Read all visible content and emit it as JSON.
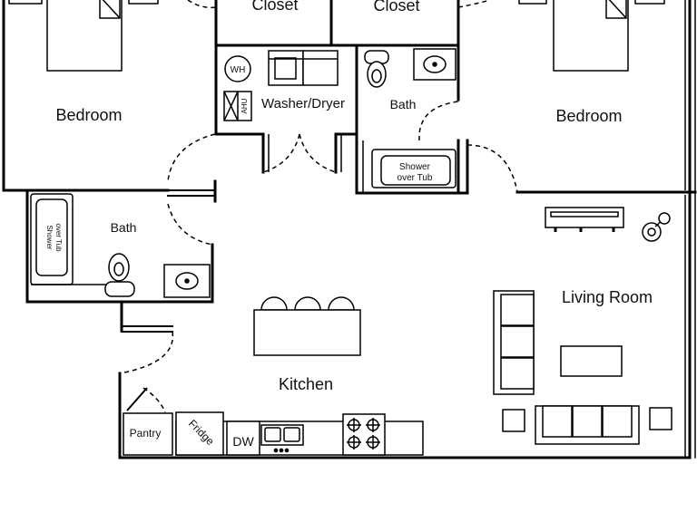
{
  "rooms": {
    "closet_left": "Closet",
    "closet_right": "Closet",
    "bedroom_left": "Bedroom",
    "bedroom_right": "Bedroom",
    "washer_dryer": "Washer/Dryer",
    "bath_upper": "Bath",
    "bath_left": "Bath",
    "kitchen": "Kitchen",
    "living_room": "Living Room",
    "pantry": "Pantry"
  },
  "fixtures": {
    "water_heater": "WH",
    "air_handler": "AHU",
    "shower_tub_upper_line1": "Shower",
    "shower_tub_upper_line2": "over Tub",
    "shower_tub_left_line1": "Shower",
    "shower_tub_left_line2": "over Tub",
    "fridge": "Fridge",
    "dishwasher": "DW"
  }
}
